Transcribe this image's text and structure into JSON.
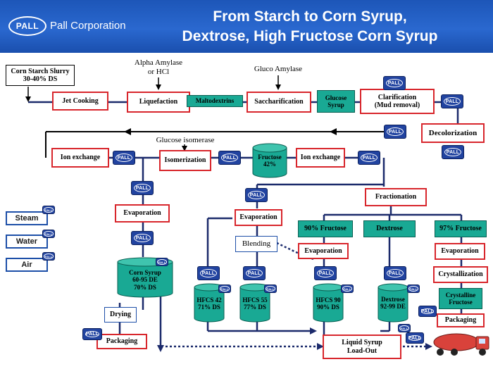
{
  "header": {
    "logo_text": "PALL",
    "company_name": "Pall Corporation",
    "title_line1": "From Starch to Corn Syrup,",
    "title_line2": "Dextrose, High Fructose Corn Syrup"
  },
  "colors": {
    "header_blue": "#1d56b8",
    "process_border": "#d8262c",
    "tank_teal": "#19a994",
    "pall_badge": "#2143a0",
    "line_navy": "#1b2a6b"
  },
  "inputs": {
    "slurry_line1": "Corn Starch Slurry",
    "slurry_line2": "30-40% DS",
    "alpha_line1": "Alpha Amylase",
    "alpha_line2": "or HCl",
    "gluco": "Gluco Amylase",
    "isomerase": "Glucose isomerase"
  },
  "steps": {
    "jet_cooking": "Jet Cooking",
    "liquefaction": "Liquefaction",
    "maltodextrins": "Maltodextrins",
    "saccharification": "Saccharification",
    "glucose_syrup_l1": "Glucose",
    "glucose_syrup_l2": "Syrup",
    "clarification_l1": "Clarification",
    "clarification_l2": "(Mud removal)",
    "decolorization": "Decolorization",
    "ion_exchange_left": "Ion exchange",
    "isomerization": "Isomerization",
    "fructose_l1": "Fructose",
    "fructose_l2": "42%",
    "ion_exchange_right": "Ion exchange",
    "evaporation_left": "Evaporation",
    "evaporation_mid": "Evaporation",
    "blending": "Blending",
    "fractionation": "Fractionation",
    "fructose90": "90% Fructose",
    "dextrose": "Dextrose",
    "fructose97": "97% Fructose",
    "evaporation_90": "Evaporation",
    "evaporation_97": "Evaporation",
    "crystallization": "Crystallization",
    "crystalline_l1": "Crystalline",
    "crystalline_l2": "Fructose",
    "drying": "Drying",
    "packaging_left": "Packaging",
    "packaging_right": "Packaging",
    "load_out_l1": "Liquid Syrup",
    "load_out_l2": "Load-Out"
  },
  "tanks": {
    "corn_syrup": {
      "l1": "Corn Syrup",
      "l2": "60-95 DE",
      "l3": "70% DS"
    },
    "hfcs42": {
      "l1": "HFCS 42",
      "l2": "71% DS"
    },
    "hfcs55": {
      "l1": "HFCS 55",
      "l2": "77% DS"
    },
    "hfcs90": {
      "l1": "HFCS 90",
      "l2": "90% DS"
    },
    "dextrose": {
      "l1": "Dextrose",
      "l2": "92-99 DE"
    }
  },
  "utilities": {
    "steam": "Steam",
    "water": "Water",
    "air": "Air"
  },
  "pall_badge_label": "PALL"
}
